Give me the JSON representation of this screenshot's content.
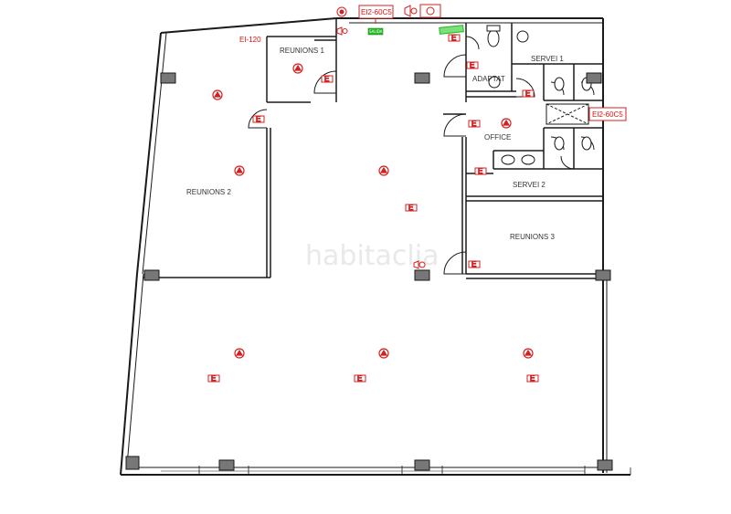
{
  "rooms": {
    "reunions1": "REUNIONS 1",
    "reunions2": "REUNIONS 2",
    "reunions3": "REUNIONS 3",
    "adaptat": "ADAPTAT",
    "servei1": "SERVEI 1",
    "servei2": "SERVEI 2",
    "office": "OFFICE"
  },
  "fire_ratings": {
    "top": "EI2-60C5",
    "right": "EI2-60C5",
    "meeting_wall": "EI-120"
  },
  "symbols": {
    "extinguisher_letter": "E",
    "small_label": "SALIDA"
  },
  "watermark": "habitaclia",
  "colors": {
    "wall": "#1a1a1a",
    "fire": "#d42020",
    "column": "#555555",
    "exit_sign": "#22bb22"
  }
}
